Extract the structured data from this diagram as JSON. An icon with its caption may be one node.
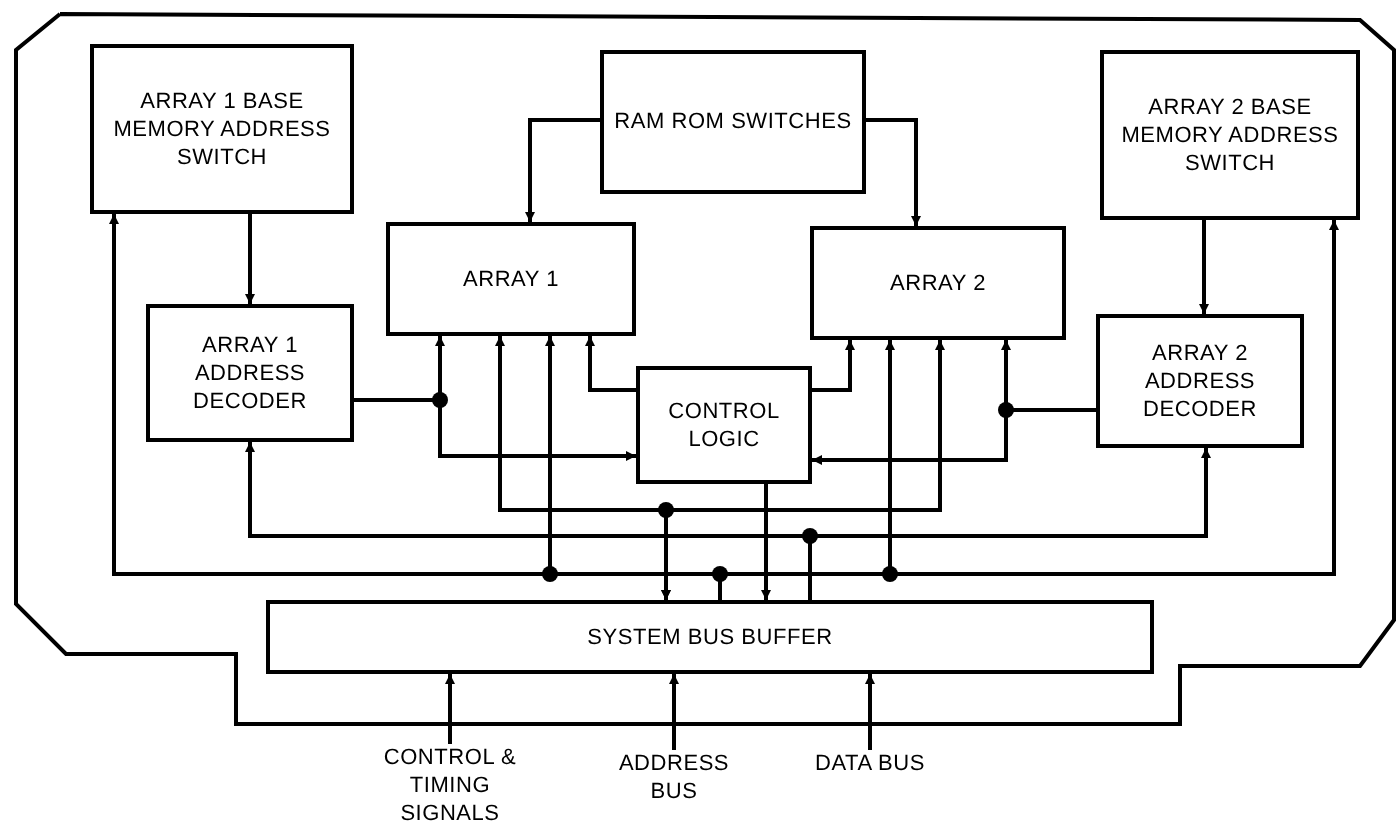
{
  "diagram": {
    "nodes": [
      {
        "text": [
          "ARRAY 1 BASE MEMORY ADDRESS SWITCH"
        ]
      },
      {
        "text": [
          "RAM ROM SWITCHES"
        ]
      },
      {
        "text": [
          "ARRAY 2 BASE MEMORY ADDRESS SWITCH"
        ]
      },
      {
        "text": [
          "ARRAY 1"
        ]
      },
      {
        "text": [
          "ARRAY 2"
        ]
      },
      {
        "text": [
          "ARRAY 1 ADDRESS DECODER"
        ]
      },
      {
        "text": [
          "CONTROL LOGIC"
        ]
      },
      {
        "text": [
          "ARRAY 2 ADDRESS DECODER"
        ]
      },
      {
        "text": [
          "SYSTEM BUS BUFFER"
        ]
      },
      {
        "text": [
          "CONTROL & TIMING SIGNALS"
        ]
      },
      {
        "text": [
          "ADDRESS BUS"
        ]
      },
      {
        "text": [
          "DATA BUS"
        ]
      }
    ],
    "edges": [
      {
        "from": 0,
        "to": 5,
        "arrow": "to"
      },
      {
        "from": 1,
        "to": 3,
        "arrow": "to"
      },
      {
        "from": 1,
        "to": 4,
        "arrow": "to"
      },
      {
        "from": 2,
        "to": 7,
        "arrow": "to"
      },
      {
        "from": 5,
        "to": 3,
        "arrow": "to"
      },
      {
        "from": 5,
        "to": 6,
        "arrow": "to"
      },
      {
        "from": 7,
        "to": 4,
        "arrow": "to"
      },
      {
        "from": 7,
        "to": 6,
        "arrow": "to"
      },
      {
        "from": 6,
        "to": 3,
        "arrow": "to"
      },
      {
        "from": 6,
        "to": 4,
        "arrow": "to"
      },
      {
        "from": 6,
        "to": 8,
        "arrow": "to"
      },
      {
        "from": 8,
        "to": 3,
        "arrow": "both"
      },
      {
        "from": 8,
        "to": 4,
        "arrow": "both"
      },
      {
        "from": 8,
        "to": 3,
        "arrow": "to"
      },
      {
        "from": 8,
        "to": 4,
        "arrow": "to"
      },
      {
        "from": 8,
        "to": 0,
        "arrow": "to"
      },
      {
        "from": 8,
        "to": 2,
        "arrow": "to"
      },
      {
        "from": 8,
        "to": 5,
        "arrow": "to"
      },
      {
        "from": 8,
        "to": 7,
        "arrow": "to"
      },
      {
        "from": 9,
        "to": 8,
        "arrow": "to"
      },
      {
        "from": 10,
        "to": 8,
        "arrow": "to"
      },
      {
        "from": 11,
        "to": 8,
        "arrow": "to"
      }
    ]
  }
}
